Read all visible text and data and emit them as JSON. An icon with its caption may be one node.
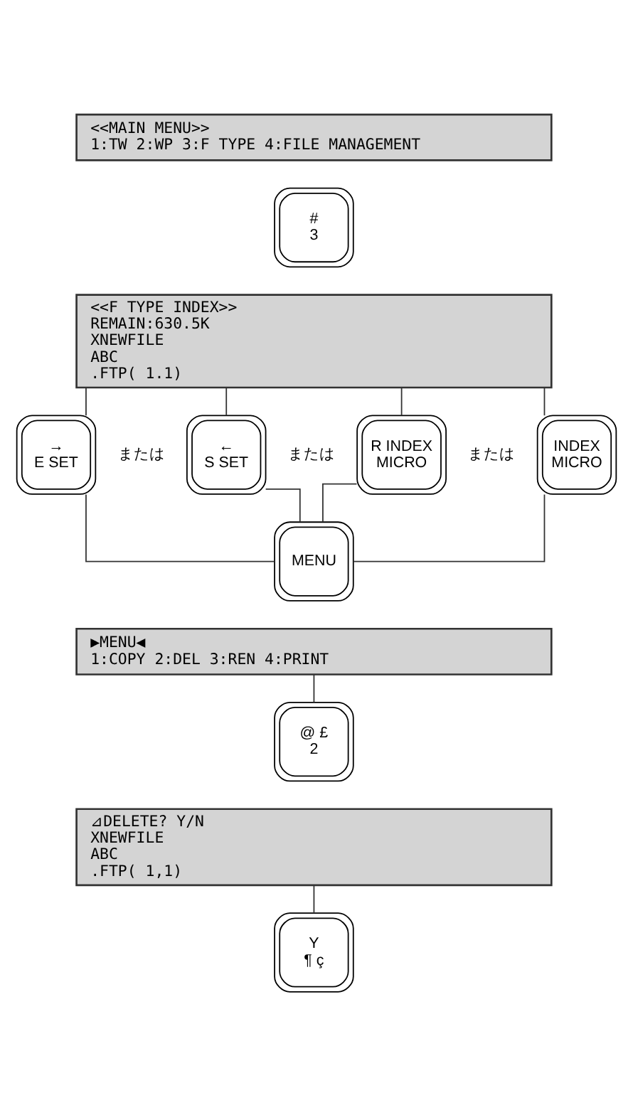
{
  "diagram": {
    "nodes": [
      {
        "text": [
          "<<MAIN MENU>>",
          "1:TW 2:WP 3:F TYPE 4:FILE MANAGEMENT"
        ]
      },
      {
        "text": [
          "#",
          "3"
        ]
      },
      {
        "text": [
          "<<F TYPE INDEX>>",
          "REMAIN:630.5K",
          "XNEWFILE",
          "ABC",
          ".FTP( 1.1)"
        ]
      },
      {
        "text": [
          "→",
          "E SET"
        ]
      },
      {
        "text": [
          "←",
          "S SET"
        ]
      },
      {
        "text": [
          "R INDEX",
          "MICRO"
        ]
      },
      {
        "text": [
          "INDEX",
          "MICRO"
        ]
      },
      {
        "text": [
          "MENU"
        ]
      },
      {
        "text": [
          "▶MENU◀",
          "1:COPY 2:DEL 3:REN 4:PRINT"
        ]
      },
      {
        "text": [
          "@ £",
          "2"
        ]
      },
      {
        "text": [
          "⊿DELETE? Y/N",
          "XNEWFILE",
          "ABC",
          ".FTP( 1,1)"
        ]
      },
      {
        "text": [
          "Y",
          "¶ ç"
        ]
      }
    ],
    "edges": [
      {
        "from": 2,
        "to": 3,
        "arrow": "none"
      },
      {
        "from": 2,
        "to": 4,
        "arrow": "none"
      },
      {
        "from": 2,
        "to": 5,
        "arrow": "none"
      },
      {
        "from": 2,
        "to": 6,
        "arrow": "none"
      },
      {
        "from": 3,
        "to": 7,
        "arrow": "none"
      },
      {
        "from": 4,
        "to": 7,
        "arrow": "none"
      },
      {
        "from": 5,
        "to": 7,
        "arrow": "none"
      },
      {
        "from": 6,
        "to": 7,
        "arrow": "none"
      },
      {
        "from": 8,
        "to": 9,
        "arrow": "none"
      },
      {
        "from": 10,
        "to": 11,
        "arrow": "none"
      }
    ],
    "labels": [
      "または",
      "または",
      "または"
    ]
  }
}
